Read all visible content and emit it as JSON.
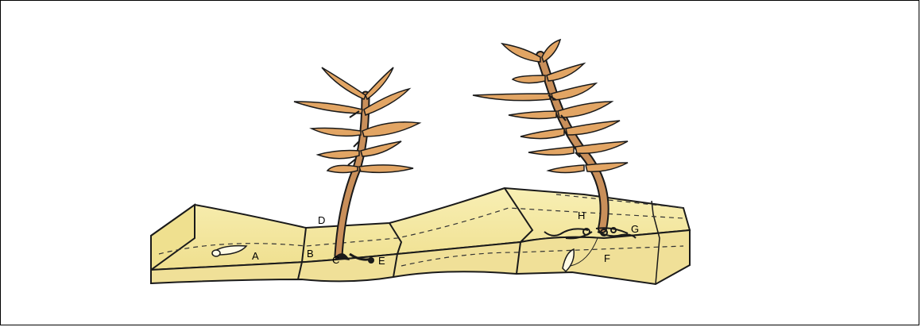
{
  "labels": {
    "a": "A",
    "b": "B",
    "c": "C",
    "d": "D",
    "e": "E",
    "f": "F",
    "g": "G",
    "h": "H"
  },
  "colors": {
    "soil": "#f6eaa6",
    "soil_dark": "#e4d07a",
    "stem": "#c98f5a",
    "leaf": "#e2a564",
    "outline": "#1a1a1a"
  }
}
